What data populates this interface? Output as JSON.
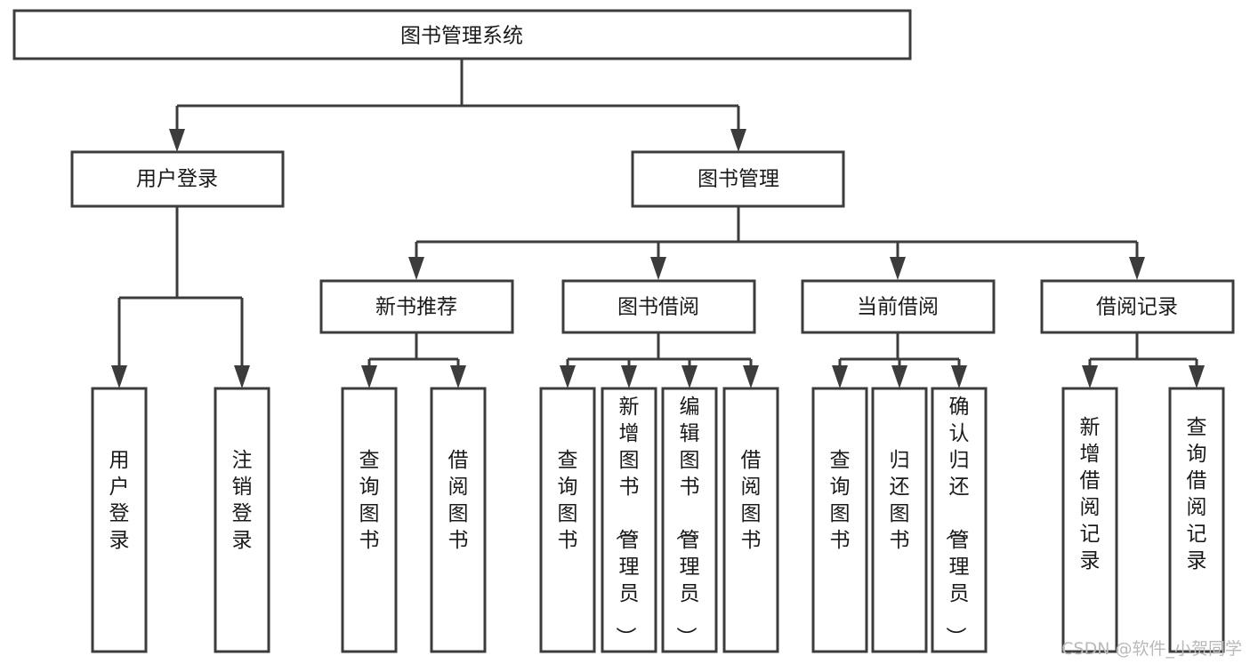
{
  "diagram": {
    "type": "tree-hierarchy-diagram",
    "title": "图书管理系统",
    "root": {
      "id": "root",
      "label": "图书管理系统",
      "orientation": "horizontal"
    },
    "level1": [
      {
        "id": "user-login",
        "label": "用户登录",
        "orientation": "horizontal"
      },
      {
        "id": "book-management",
        "label": "图书管理",
        "orientation": "horizontal"
      }
    ],
    "level2": [
      {
        "id": "new-book-recommend",
        "label": "新书推荐",
        "parent": "book-management",
        "orientation": "horizontal"
      },
      {
        "id": "book-borrow",
        "label": "图书借阅",
        "parent": "book-management",
        "orientation": "horizontal"
      },
      {
        "id": "current-borrow",
        "label": "当前借阅",
        "parent": "book-management",
        "orientation": "horizontal"
      },
      {
        "id": "borrow-record",
        "label": "借阅记录",
        "parent": "book-management",
        "orientation": "horizontal"
      }
    ],
    "leaves": [
      {
        "id": "leaf-user-login",
        "label": "用户登录",
        "parent": "user-login",
        "orientation": "vertical"
      },
      {
        "id": "leaf-logout-login",
        "label": "注销登录",
        "parent": "user-login",
        "orientation": "vertical"
      },
      {
        "id": "leaf-query-book-rec",
        "label": "查询图书",
        "parent": "new-book-recommend",
        "orientation": "vertical"
      },
      {
        "id": "leaf-borrow-book-rec",
        "label": "借阅图书",
        "parent": "new-book-recommend",
        "orientation": "vertical"
      },
      {
        "id": "leaf-query-book-borrow",
        "label": "查询图书",
        "parent": "book-borrow",
        "orientation": "vertical"
      },
      {
        "id": "leaf-add-book-admin",
        "label": "新增图书（管理员）",
        "parent": "book-borrow",
        "orientation": "vertical"
      },
      {
        "id": "leaf-edit-book-admin",
        "label": "编辑图书（管理员）",
        "parent": "book-borrow",
        "orientation": "vertical"
      },
      {
        "id": "leaf-borrow-book",
        "label": "借阅图书",
        "parent": "book-borrow",
        "orientation": "vertical"
      },
      {
        "id": "leaf-query-book-current",
        "label": "查询图书",
        "parent": "current-borrow",
        "orientation": "vertical"
      },
      {
        "id": "leaf-return-book",
        "label": "归还图书",
        "parent": "current-borrow",
        "orientation": "vertical"
      },
      {
        "id": "leaf-confirm-return-admin",
        "label": "确认归还（管理员）",
        "parent": "current-borrow",
        "orientation": "vertical"
      },
      {
        "id": "leaf-add-borrow-record",
        "label": "新增借阅记录",
        "parent": "borrow-record",
        "orientation": "vertical"
      },
      {
        "id": "leaf-query-borrow-record",
        "label": "查询借阅记录",
        "parent": "borrow-record",
        "orientation": "vertical"
      }
    ],
    "colors": {
      "box_stroke": "#3c3c3c",
      "box_fill": "#ffffff",
      "text": "#1a1a1a",
      "background": "#ffffff",
      "watermark": "#b9b9b9"
    }
  },
  "watermark": {
    "text": "CSDN @软件_小贺同学"
  }
}
